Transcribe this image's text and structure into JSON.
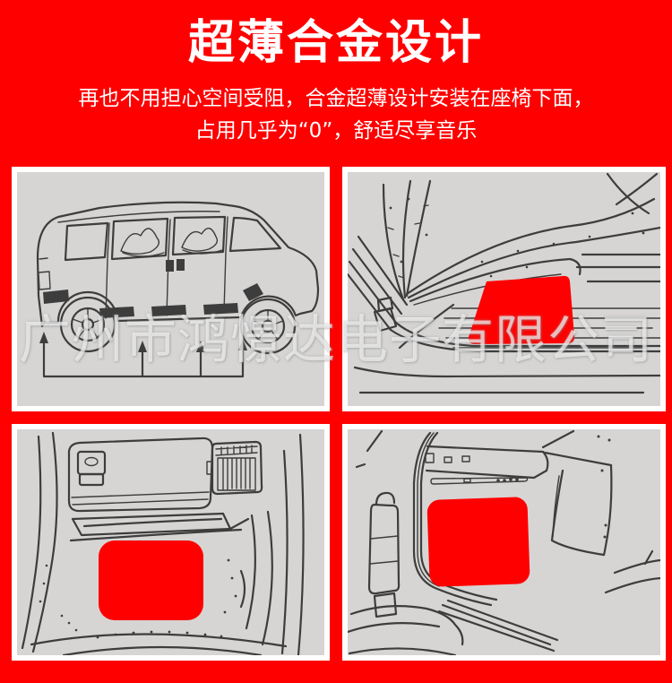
{
  "header": {
    "title": "超薄合金设计",
    "subtitle_line1": "再也不用担心空间受阻，合金超薄设计安装在座椅下面，",
    "subtitle_line2": "占用几乎为“0”，舒适尽享音乐"
  },
  "watermark": "广州市鸿憬达电子有限公司",
  "colors": {
    "background": "#fe0000",
    "highlight_red": "#fe0000",
    "panel_background": "#d6d5d3",
    "panel_border": "#ffffff",
    "line_art": "#3d3d3d",
    "text": "#ffffff"
  },
  "panels": [
    {
      "icon": "van-side-underbody-illustration"
    },
    {
      "icon": "under-seat-install-illustration"
    },
    {
      "icon": "under-dashboard-install-illustration"
    },
    {
      "icon": "trunk-side-install-illustration"
    }
  ]
}
